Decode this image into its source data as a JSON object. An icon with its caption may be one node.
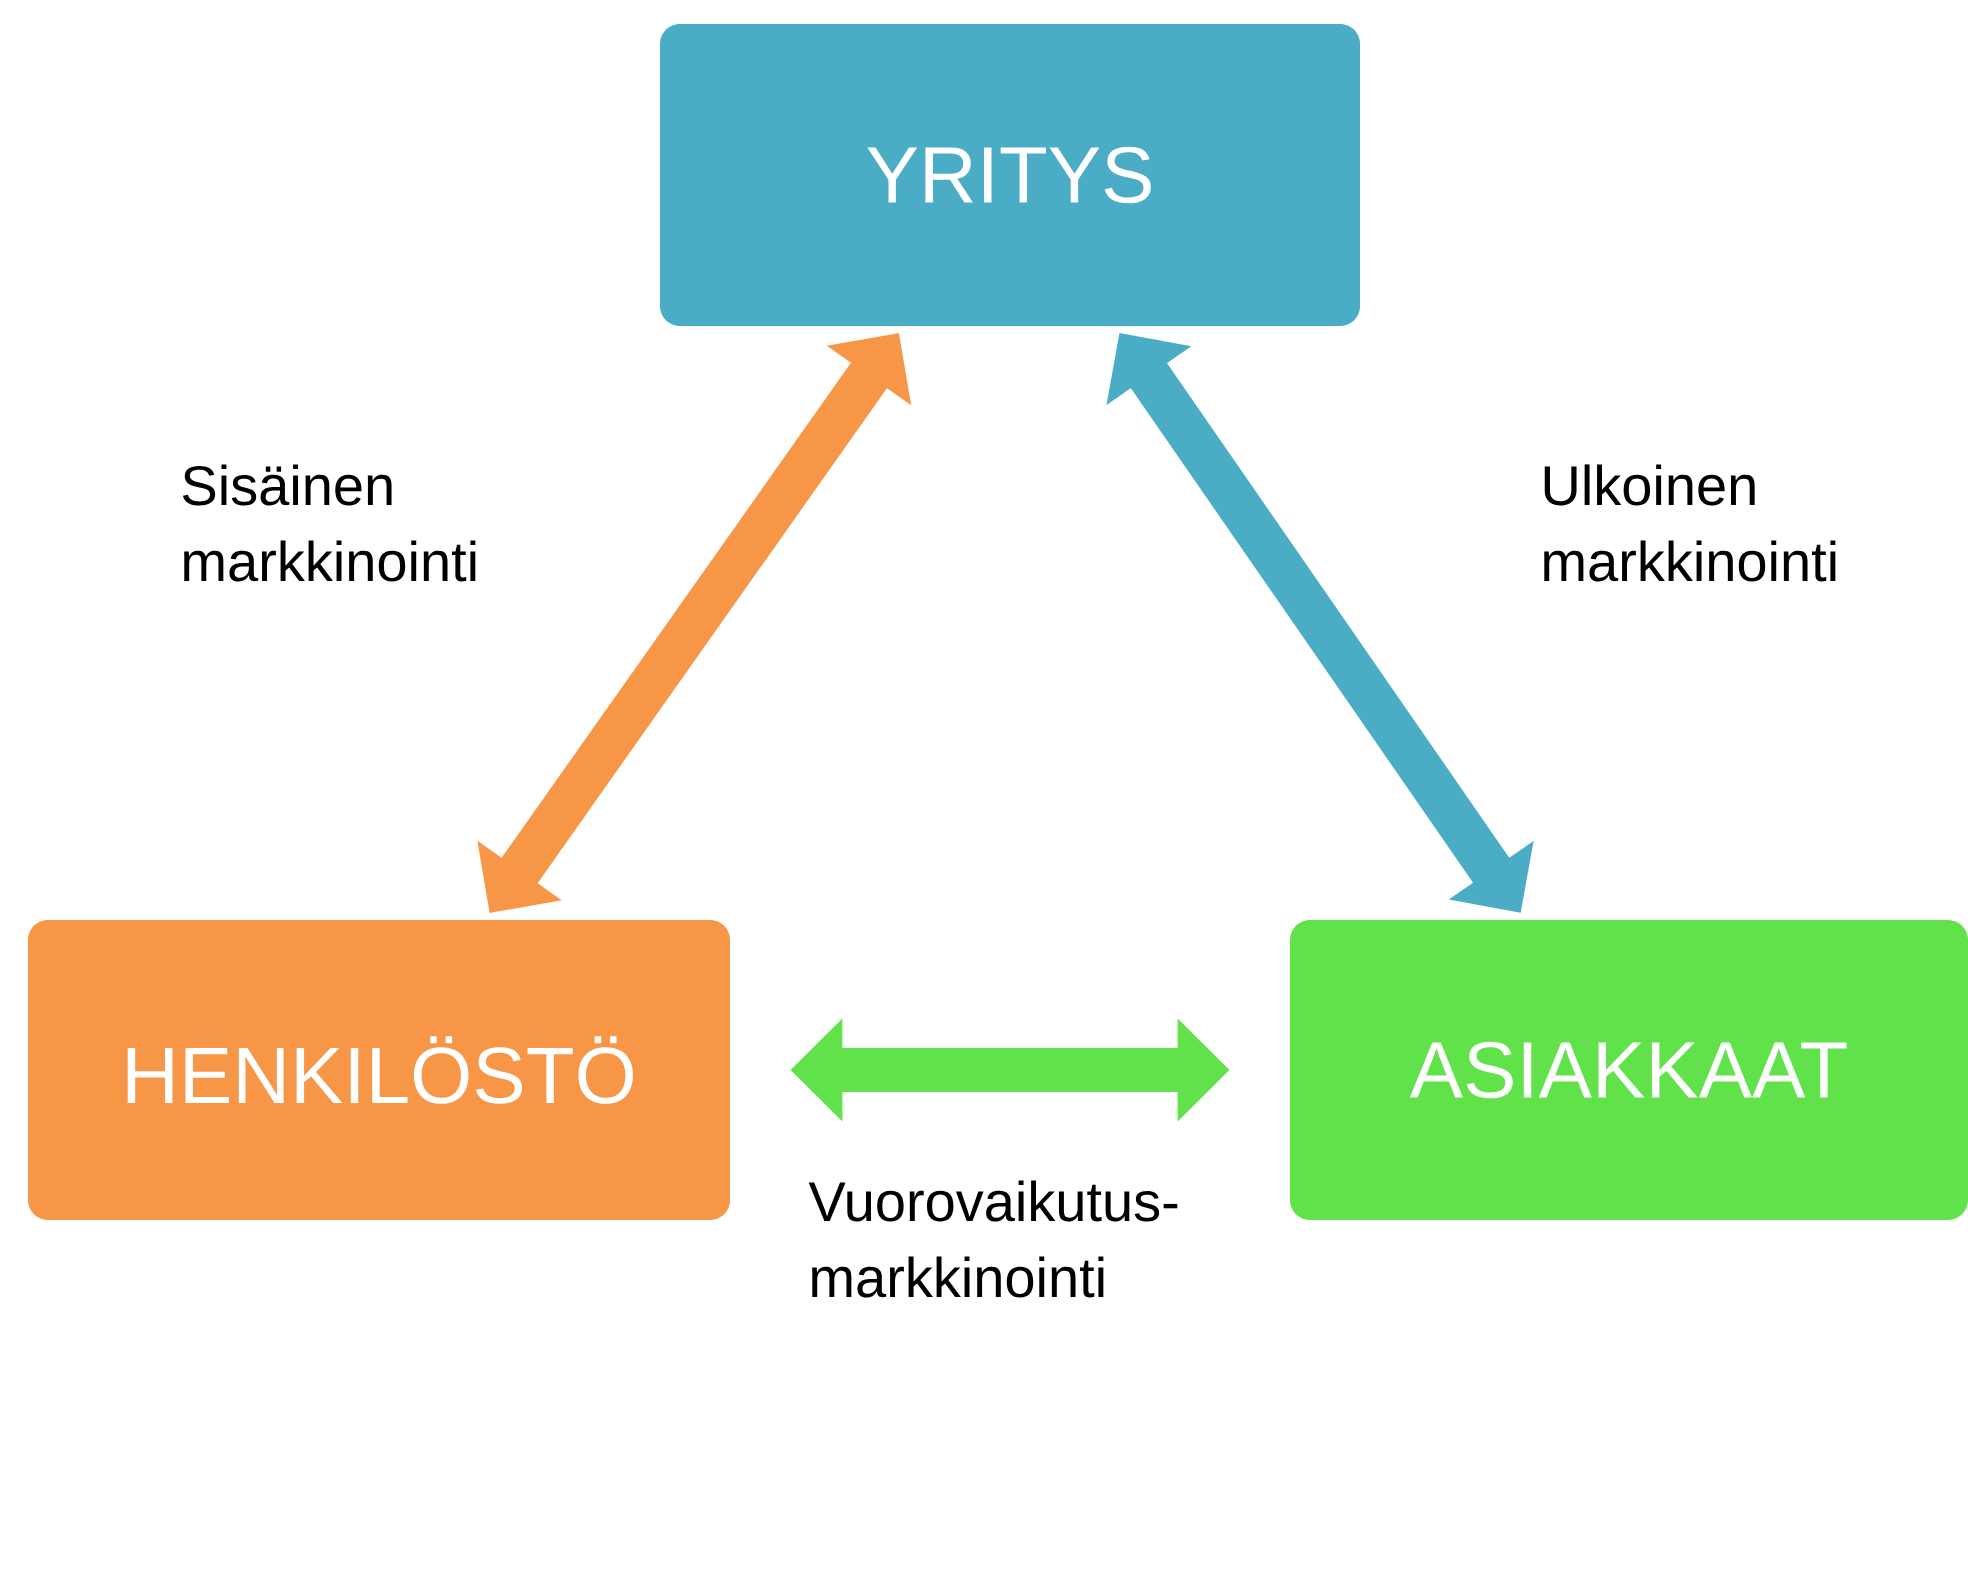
{
  "diagram": {
    "nodes": [
      {
        "text": [
          "YRITYS"
        ]
      },
      {
        "text": [
          "HENKILÖSTÖ"
        ]
      },
      {
        "text": [
          "ASIAKKAAT"
        ]
      }
    ],
    "edges": [
      {
        "from": 1,
        "to": 0,
        "arrow": "both",
        "label": "Sisäinen markkinointi",
        "color": "#f79646"
      },
      {
        "from": 0,
        "to": 2,
        "arrow": "both",
        "label": "Ulkoinen markkinointi",
        "color": "#4bacc6"
      },
      {
        "from": 1,
        "to": 2,
        "arrow": "both",
        "label": "Vuorovaikutus-markkinointi",
        "color": "#62e24a"
      }
    ]
  }
}
